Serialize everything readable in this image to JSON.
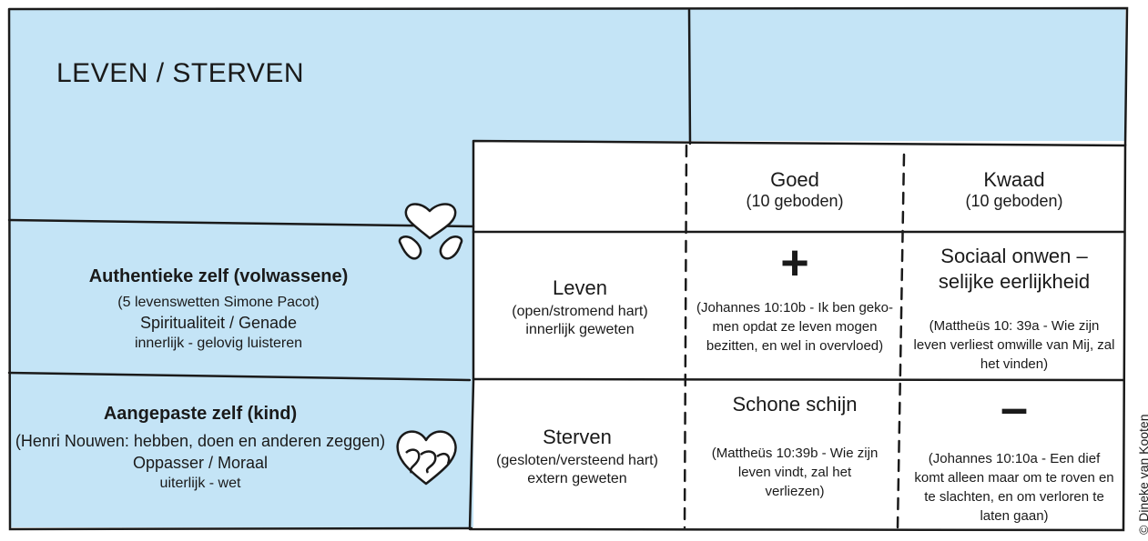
{
  "title": "LEVEN / STERVEN",
  "colors": {
    "blue": "#c4e4f6",
    "line": "#1a1a1a"
  },
  "header": {
    "goed": {
      "label": "Goed",
      "sub": "(10 geboden)"
    },
    "kwaad": {
      "label": "Kwaad",
      "sub": "(10 geboden)"
    }
  },
  "rows": {
    "authentiek": {
      "title": "Authentieke zelf (volwassene)",
      "source": "(5 levenswetten Simone Pacot)",
      "theme": "Spiritualiteit / Genade",
      "note": "innerlijk - gelovig luisteren"
    },
    "aangepast": {
      "title": "Aangepaste zelf (kind)",
      "source": "(Henri Nouwen: hebben, doen en anderen zeggen)",
      "theme": "Oppasser / Moraal",
      "note": "uiterlijk - wet"
    }
  },
  "leven": {
    "label": "Leven",
    "sub": "(open/stromend hart)",
    "note": "innerlijk geweten",
    "goed_sign": "+",
    "goed_text": "(Johannes 10:10b - Ik ben geko-men opdat ze leven mogen bezitten, en wel in overvloed)",
    "kwaad_title": "Sociaal onwen – selijke eerlijkheid",
    "kwaad_text": "(Mattheüs 10: 39a - Wie zijn leven verliest omwille van Mij, zal het vinden)"
  },
  "sterven": {
    "label": "Sterven",
    "sub": "(gesloten/versteend hart)",
    "note": "extern geweten",
    "goed_title": "Schone schijn",
    "goed_text": "(Mattheüs 10:39b - Wie zijn leven vindt, zal het verliezen)",
    "kwaad_sign": "–",
    "kwaad_text": "(Johannes 10:10a - Een dief komt alleen maar om te roven en te slachten, en om verloren te laten gaan)"
  },
  "icons": {
    "open_heart": "heart-with-hands-icon",
    "closed_heart": "heart-tangled-icon"
  },
  "copyright": "© Dineke van Kooten"
}
